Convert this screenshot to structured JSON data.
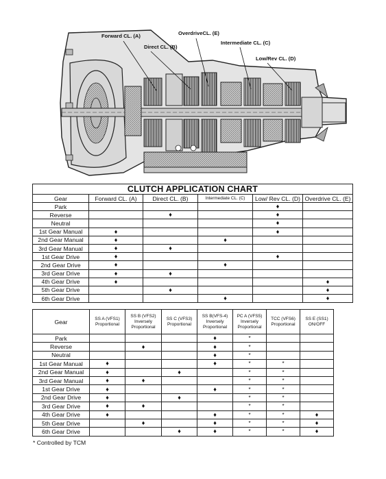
{
  "diagram": {
    "callouts": [
      {
        "id": "forward",
        "label": "Forward CL. (A)"
      },
      {
        "id": "direct",
        "label": "Direct CL. (B)"
      },
      {
        "id": "overdrive",
        "label": "OverdriveCL. (E)"
      },
      {
        "id": "intermediate",
        "label": "Intermediate CL. (C)"
      },
      {
        "id": "lowrev",
        "label": "Low/Rev CL. (D)"
      }
    ]
  },
  "clutch_chart": {
    "title": "CLUTCH APPLICATION CHART",
    "headers": [
      "Gear",
      "Forward CL. (A)",
      "Direct CL. (B)",
      "Intermediate CL. (C)",
      "Low/ Rev CL. (D)",
      "Overdrive CL. (E)"
    ],
    "symbol": "♦",
    "rows": [
      {
        "gear": "Park",
        "cells": [
          "",
          "",
          "",
          "♦",
          ""
        ]
      },
      {
        "gear": "Reverse",
        "cells": [
          "",
          "♦",
          "",
          "♦",
          ""
        ]
      },
      {
        "gear": "Neutral",
        "cells": [
          "",
          "",
          "",
          "♦",
          ""
        ]
      },
      {
        "gear": "1st Gear Manual",
        "cells": [
          "♦",
          "",
          "",
          "♦",
          ""
        ]
      },
      {
        "gear": "2nd Gear Manual",
        "cells": [
          "♦",
          "",
          "♦",
          "",
          ""
        ]
      },
      {
        "gear": "3rd Gear Manual",
        "cells": [
          "♦",
          "♦",
          "",
          "",
          ""
        ]
      },
      {
        "gear": "1st Gear Drive",
        "cells": [
          "♦",
          "",
          "",
          "♦",
          ""
        ]
      },
      {
        "gear": "2nd Gear Drive",
        "cells": [
          "♦",
          "",
          "♦",
          "",
          ""
        ]
      },
      {
        "gear": "3rd Gear Drive",
        "cells": [
          "♦",
          "♦",
          "",
          "",
          ""
        ]
      },
      {
        "gear": "4th Gear Drive",
        "cells": [
          "♦",
          "",
          "",
          "",
          "♦"
        ]
      },
      {
        "gear": "5th Gear Drive",
        "cells": [
          "",
          "♦",
          "",
          "",
          "♦"
        ]
      },
      {
        "gear": "6th Gear Drive",
        "cells": [
          "",
          "",
          "♦",
          "",
          "♦"
        ]
      }
    ]
  },
  "solenoid_chart": {
    "headers": [
      "Gear",
      "SS A (VFS1) Proportional",
      "SS B (VFS2) Inversely Proportional",
      "SS C (VFS3) Proportional",
      "SS B(VFS-4) Inversely Proportional",
      "PC A (VFS5) Inversely Proportional",
      "TCC (VFS6) Proportional",
      "SS E (SS1) ON/OFF"
    ],
    "rows": [
      {
        "gear": "Park",
        "cells": [
          "",
          "",
          "",
          "♦",
          "*",
          "",
          ""
        ]
      },
      {
        "gear": "Reverse",
        "cells": [
          "",
          "♦",
          "",
          "♦",
          "*",
          "",
          ""
        ]
      },
      {
        "gear": "Neutral",
        "cells": [
          "",
          "",
          "",
          "♦",
          "*",
          "",
          ""
        ]
      },
      {
        "gear": "1st Gear Manual",
        "cells": [
          "♦",
          "",
          "",
          "♦",
          "*",
          "*",
          ""
        ]
      },
      {
        "gear": "2nd Gear Manual",
        "cells": [
          "♦",
          "",
          "♦",
          "",
          "*",
          "*",
          ""
        ]
      },
      {
        "gear": "3rd Gear Manual",
        "cells": [
          "♦",
          "♦",
          "",
          "",
          "*",
          "*",
          ""
        ]
      },
      {
        "gear": "1st Gear Drive",
        "cells": [
          "♦",
          "",
          "",
          "♦",
          "*",
          "*",
          ""
        ]
      },
      {
        "gear": "2nd Gear Drive",
        "cells": [
          "♦",
          "",
          "♦",
          "",
          "*",
          "*",
          ""
        ]
      },
      {
        "gear": "3rd Gear Drive",
        "cells": [
          "♦",
          "♦",
          "",
          "",
          "*",
          "*",
          ""
        ]
      },
      {
        "gear": "4th Gear Drive",
        "cells": [
          "♦",
          "",
          "",
          "♦",
          "*",
          "*",
          "♦"
        ]
      },
      {
        "gear": "5th Gear Drive",
        "cells": [
          "",
          "♦",
          "",
          "♦",
          "*",
          "*",
          "♦"
        ]
      },
      {
        "gear": "6th Gear Drive",
        "cells": [
          "",
          "",
          "♦",
          "♦",
          "*",
          "*",
          "♦"
        ]
      }
    ]
  },
  "footnote": "* Controlled by TCM"
}
